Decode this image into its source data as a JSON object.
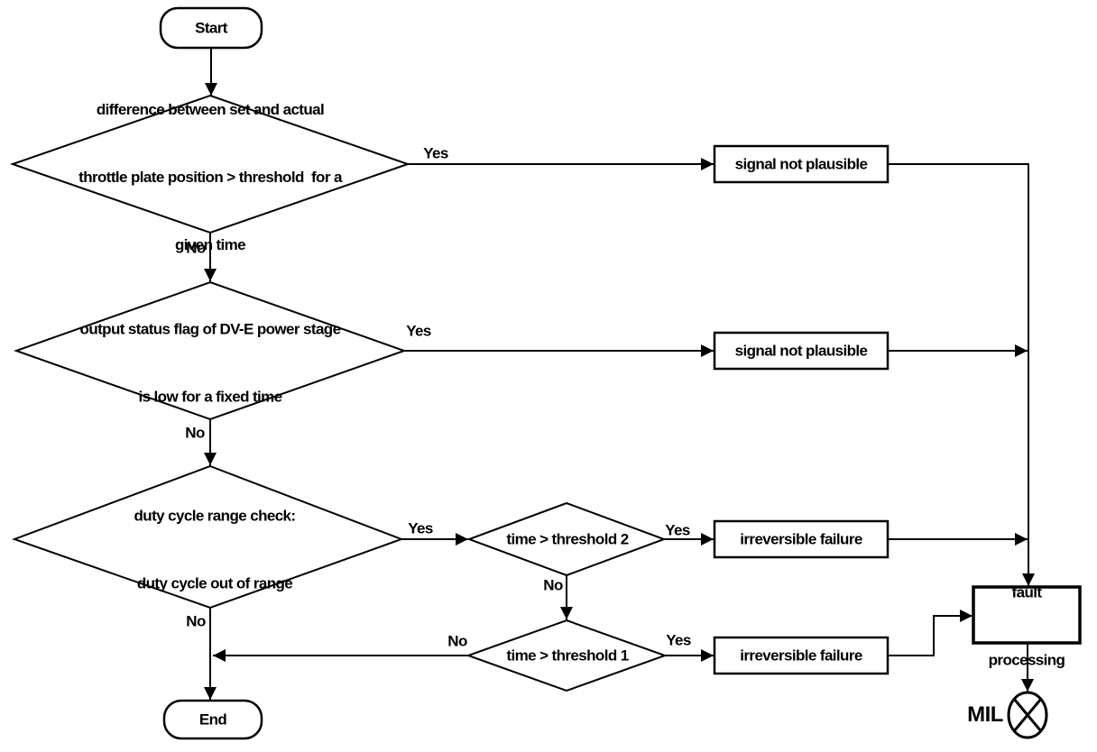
{
  "diagram": {
    "background": "#ffffff",
    "line_color": "#000000",
    "nodes": {
      "start": {
        "label": "Start",
        "type": "terminator"
      },
      "decision1": {
        "type": "decision",
        "lines": [
          "difference between set and actual",
          "throttle plate position > threshold  for a",
          "given time"
        ]
      },
      "decision2": {
        "type": "decision",
        "lines": [
          "output status flag of DV-E power stage",
          "is low for a fixed time"
        ]
      },
      "decision3": {
        "type": "decision",
        "lines": [
          "duty cycle range check:",
          "duty cycle out of range"
        ]
      },
      "decision4": {
        "type": "decision",
        "label": "time > threshold 2"
      },
      "decision5": {
        "type": "decision",
        "label": "time > threshold 1"
      },
      "process1": {
        "type": "process",
        "label": "signal not plausible"
      },
      "process2": {
        "type": "process",
        "label": "signal not plausible"
      },
      "process3": {
        "type": "process",
        "label": "irreversible failure"
      },
      "process4": {
        "type": "process",
        "label": "irreversible failure"
      },
      "fault": {
        "type": "process",
        "lines": [
          "fault",
          "processing"
        ]
      },
      "mil": {
        "label": "MIL",
        "type": "indicator"
      },
      "end": {
        "label": "End",
        "type": "terminator"
      }
    },
    "edge_labels": {
      "yes": "Yes",
      "no": "No"
    }
  }
}
